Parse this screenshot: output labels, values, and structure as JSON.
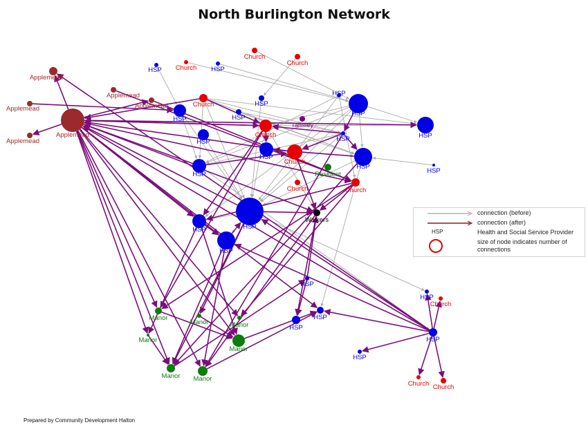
{
  "title": "North Burlington Network",
  "credit": "Prepared by Community Development Halton",
  "legend": {
    "before_label": "connection (before)",
    "after_label": "connection (after)",
    "hsp_abbrev": "HSP",
    "hsp_label": "Health and Social Service Provider",
    "size_label": "size of node indicates number of connections",
    "before_color": "#b4b4b4",
    "after_color": "#8b1a1a"
  },
  "colors": {
    "hsp": "#0000e6",
    "church": "#e60000",
    "applemead": "#9b2a2a",
    "manor": "#0b7d0b",
    "tansley": "#800080",
    "walkers": "#000000",
    "edge_before": "#a9a9a9",
    "edge_after": "#7a0f7a"
  },
  "nodes": [
    {
      "id": "ap1",
      "label": "Applemead",
      "group": "applemead"
    },
    {
      "id": "ap2",
      "label": "Applemead",
      "group": "applemead"
    },
    {
      "id": "ap3",
      "label": "Applemead",
      "group": "applemead"
    },
    {
      "id": "ap4",
      "label": "Applemead",
      "group": "applemead"
    },
    {
      "id": "ap5",
      "label": "Applemead",
      "group": "applemead"
    },
    {
      "id": "ap6",
      "label": "Applemead",
      "group": "applemead"
    },
    {
      "id": "hspA",
      "label": "HSP",
      "group": "hsp"
    },
    {
      "id": "chA",
      "label": "Church",
      "group": "church"
    },
    {
      "id": "hspB",
      "label": "HSP",
      "group": "hsp"
    },
    {
      "id": "chB",
      "label": "Church",
      "group": "church"
    },
    {
      "id": "chC",
      "label": "Church",
      "group": "church"
    },
    {
      "id": "hspC",
      "label": "HSP",
      "group": "hsp"
    },
    {
      "id": "chD",
      "label": "Church",
      "group": "church"
    },
    {
      "id": "hspD",
      "label": "HSP",
      "group": "hsp"
    },
    {
      "id": "hspE",
      "label": "HSP",
      "group": "hsp"
    },
    {
      "id": "hspF",
      "label": "HSP",
      "group": "hsp"
    },
    {
      "id": "hspG",
      "label": "HSP",
      "group": "hsp"
    },
    {
      "id": "hspH",
      "label": "HSP",
      "group": "hsp"
    },
    {
      "id": "chE",
      "label": "Church",
      "group": "church"
    },
    {
      "id": "tansley",
      "label": "Tansley",
      "group": "tansley"
    },
    {
      "id": "hspI",
      "label": "HSP",
      "group": "hsp"
    },
    {
      "id": "hspJ",
      "label": "HSP",
      "group": "hsp"
    },
    {
      "id": "hspK",
      "label": "HSP",
      "group": "hsp"
    },
    {
      "id": "hspL",
      "label": "HSP",
      "group": "hsp"
    },
    {
      "id": "hspM",
      "label": "HSP",
      "group": "hsp"
    },
    {
      "id": "chF",
      "label": "Church",
      "group": "church"
    },
    {
      "id": "resident",
      "label": "Resident",
      "group": "manor"
    },
    {
      "id": "hspN",
      "label": "HSP",
      "group": "hsp"
    },
    {
      "id": "chG",
      "label": "Church",
      "group": "church"
    },
    {
      "id": "chH",
      "label": "Church",
      "group": "church"
    },
    {
      "id": "chI",
      "label": "Church",
      "group": "church"
    },
    {
      "id": "hspO",
      "label": "HSP",
      "group": "hsp"
    },
    {
      "id": "walkers",
      "label": "Walkers",
      "group": "walkers"
    },
    {
      "id": "hspP",
      "label": "HSP",
      "group": "hsp"
    },
    {
      "id": "hspQ",
      "label": "HSP",
      "group": "hsp"
    },
    {
      "id": "hspR",
      "label": "HSP",
      "group": "hsp"
    },
    {
      "id": "hspS",
      "label": "HSP",
      "group": "hsp"
    },
    {
      "id": "hspT",
      "label": "HSP",
      "group": "hsp"
    },
    {
      "id": "hspU",
      "label": "HSP",
      "group": "hsp"
    },
    {
      "id": "hspV",
      "label": "HSP",
      "group": "hsp"
    },
    {
      "id": "chJ",
      "label": "Church",
      "group": "church"
    },
    {
      "id": "hspW",
      "label": "HSP",
      "group": "hsp"
    },
    {
      "id": "chK",
      "label": "Church",
      "group": "church"
    },
    {
      "id": "chL",
      "label": "Church",
      "group": "church"
    },
    {
      "id": "mn1",
      "label": "Manor",
      "group": "manor"
    },
    {
      "id": "mn2",
      "label": "Manor",
      "group": "manor"
    },
    {
      "id": "mn3",
      "label": "Manor",
      "group": "manor"
    },
    {
      "id": "mn4",
      "label": "Manor",
      "group": "manor"
    },
    {
      "id": "mn5",
      "label": "Manor",
      "group": "manor"
    },
    {
      "id": "mn6",
      "label": "Manor",
      "group": "manor"
    },
    {
      "id": "mn7",
      "label": "Manor",
      "group": "manor"
    }
  ],
  "edges_before": [
    [
      "chB",
      "hspF"
    ],
    [
      "chC",
      "hspC"
    ],
    [
      "chA",
      "hspF"
    ],
    [
      "hspB",
      "hspF"
    ],
    [
      "hspC",
      "hspO"
    ],
    [
      "hspA",
      "hspE"
    ],
    [
      "hspF",
      "hspI"
    ],
    [
      "hspF",
      "hspH"
    ],
    [
      "hspF",
      "hspN"
    ],
    [
      "hspF",
      "hspL"
    ],
    [
      "hspF",
      "hspO"
    ],
    [
      "hspF",
      "chE"
    ],
    [
      "hspF",
      "hspP"
    ],
    [
      "chD",
      "hspI"
    ],
    [
      "chD",
      "hspH"
    ],
    [
      "chD",
      "hspL"
    ],
    [
      "chD",
      "hspN"
    ],
    [
      "hspD",
      "hspI"
    ],
    [
      "hspD",
      "hspL"
    ],
    [
      "hspG",
      "hspO"
    ],
    [
      "chE",
      "hspL"
    ],
    [
      "chE",
      "hspO"
    ],
    [
      "hspH",
      "chE"
    ],
    [
      "hspI",
      "hspO"
    ],
    [
      "hspJ",
      "hspO"
    ],
    [
      "hspK",
      "chE"
    ],
    [
      "hspL",
      "hspO"
    ],
    [
      "hspL",
      "hspS"
    ],
    [
      "chF",
      "hspL"
    ],
    [
      "hspN",
      "hspW"
    ],
    [
      "chI",
      "hspW"
    ],
    [
      "hspM",
      "hspL"
    ],
    [
      "hspO",
      "hspQ"
    ],
    [
      "hspE",
      "hspO"
    ],
    [
      "chD",
      "hspO"
    ],
    [
      "hspG",
      "chG"
    ],
    [
      "walkers",
      "hspT"
    ],
    [
      "hspO",
      "hspU"
    ],
    [
      "chE",
      "walkers"
    ],
    [
      "chD",
      "chE"
    ],
    [
      "hspE",
      "hspN"
    ],
    [
      "hspG",
      "hspN"
    ],
    [
      "hspI",
      "hspN"
    ],
    [
      "hspO",
      "hspP"
    ]
  ],
  "edges_after": [
    [
      "ap6",
      "ap1"
    ],
    [
      "ap6",
      "ap3"
    ],
    [
      "ap6",
      "ap5"
    ],
    [
      "chD",
      "ap6"
    ],
    [
      "hspO",
      "ap6"
    ],
    [
      "chE",
      "ap6"
    ],
    [
      "hspN",
      "ap6"
    ],
    [
      "chF",
      "ap6"
    ],
    [
      "hspW",
      "ap6"
    ],
    [
      "ap6",
      "chG"
    ],
    [
      "ap6",
      "mn1"
    ],
    [
      "ap6",
      "mn3"
    ],
    [
      "ap6",
      "mn4"
    ],
    [
      "ap6",
      "mn5"
    ],
    [
      "ap6",
      "mn6"
    ],
    [
      "ap6",
      "mn7"
    ],
    [
      "ap6",
      "hspP"
    ],
    [
      "ap6",
      "hspQ"
    ],
    [
      "ap6",
      "hspS"
    ],
    [
      "ap6",
      "walkers"
    ],
    [
      "hspW",
      "ap1"
    ],
    [
      "ap2",
      "chG"
    ],
    [
      "ap3",
      "chG"
    ],
    [
      "ap4",
      "hspE"
    ],
    [
      "chD",
      "chE"
    ],
    [
      "chE",
      "hspK"
    ],
    [
      "hspF",
      "hspI"
    ],
    [
      "hspI",
      "chE"
    ],
    [
      "hspL",
      "hspK"
    ],
    [
      "hspI",
      "hspL"
    ],
    [
      "hspN",
      "chF"
    ],
    [
      "hspO",
      "walkers"
    ],
    [
      "chG",
      "hspP"
    ],
    [
      "chG",
      "walkers"
    ],
    [
      "chG",
      "mn1"
    ],
    [
      "chG",
      "mn4"
    ],
    [
      "hspP",
      "mn3"
    ],
    [
      "hspP",
      "mn5"
    ],
    [
      "hspQ",
      "mn7"
    ],
    [
      "hspQ",
      "mn6"
    ],
    [
      "hspO",
      "mn6"
    ],
    [
      "hspO",
      "mn2"
    ],
    [
      "walkers",
      "mn7"
    ],
    [
      "walkers",
      "hspT"
    ],
    [
      "hspW",
      "hspS"
    ],
    [
      "hspW",
      "hspU"
    ],
    [
      "hspW",
      "hspV"
    ],
    [
      "hspW",
      "chK"
    ],
    [
      "hspW",
      "chL"
    ],
    [
      "hspW",
      "hspQ"
    ],
    [
      "hspW",
      "hspO"
    ],
    [
      "hspW",
      "chJ"
    ],
    [
      "mn2",
      "mn5"
    ],
    [
      "mn1",
      "mn5"
    ],
    [
      "mn5",
      "hspS"
    ],
    [
      "mn7",
      "hspS"
    ],
    [
      "mn6",
      "hspR"
    ],
    [
      "mn3",
      "mn6"
    ],
    [
      "hspR",
      "hspT"
    ],
    [
      "hspI",
      "chF"
    ],
    [
      "chE",
      "hspP"
    ],
    [
      "hspQ",
      "hspO"
    ],
    [
      "chE",
      "mn1"
    ],
    [
      "hspR",
      "walkers"
    ],
    [
      "ap6",
      "hspH"
    ],
    [
      "chF",
      "walkers"
    ],
    [
      "ap6",
      "chE"
    ],
    [
      "hspP",
      "hspQ"
    ],
    [
      "hspI",
      "mn7"
    ],
    [
      "hspL",
      "mn6"
    ]
  ]
}
